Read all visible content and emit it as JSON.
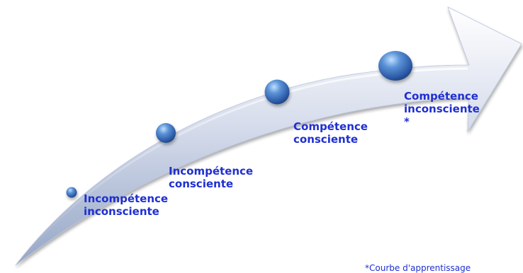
{
  "diagram": {
    "stages": [
      {
        "line1": "Incompétence",
        "line2": "inconsciente"
      },
      {
        "line1": "Incompétence",
        "line2": "consciente"
      },
      {
        "line1": "Compétence",
        "line2": "consciente"
      },
      {
        "line1": "Compétence",
        "line2": "inconsciente",
        "line3": "*"
      }
    ],
    "footnote": "*Courbe d'apprentissage",
    "colors": {
      "arrow_light": "#ffffff",
      "arrow_mid": "#c9d2e6",
      "arrow_dark": "#8f9fc0",
      "bead": "#3f6fc0",
      "label": "#1f2fd1"
    }
  }
}
